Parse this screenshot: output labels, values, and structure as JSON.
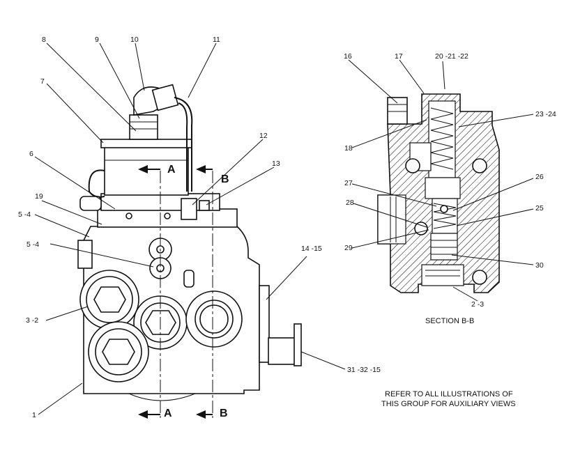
{
  "callouts": [
    "8",
    "9",
    "10",
    "11",
    "7",
    "6",
    "12",
    "13",
    "19",
    "5 -4",
    "5 -4",
    "3 -2",
    "1",
    "14 -15",
    "31 -32 -15",
    "16",
    "17",
    "20 -21 -22",
    "23 -24",
    "18",
    "27",
    "26",
    "28",
    "25",
    "29",
    "30",
    "2 -3"
  ],
  "section_markers": [
    "A",
    "B",
    "A",
    "B"
  ],
  "section_caption": "SECTION B-B",
  "note_line1": "REFER TO ALL ILLUSTRATIONS OF",
  "note_line2": "THIS GROUP FOR AUXILIARY VIEWS"
}
